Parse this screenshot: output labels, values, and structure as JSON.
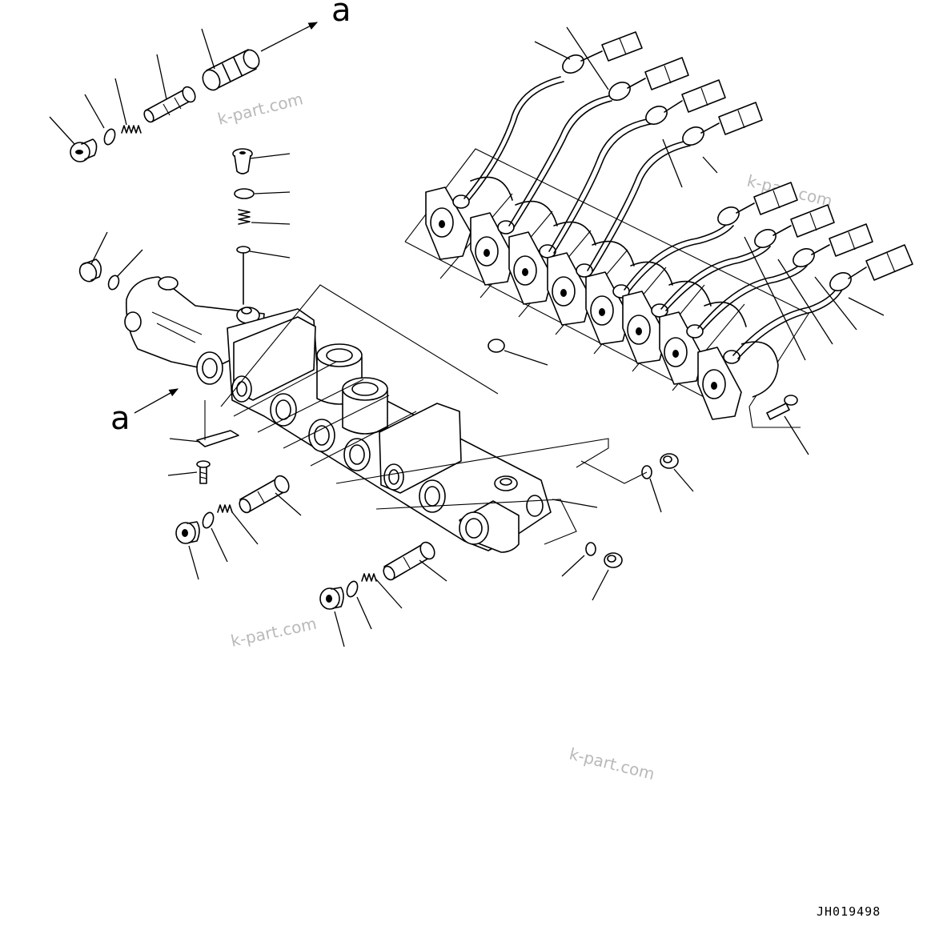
{
  "callouts": {
    "arrow_top": "a",
    "arrow_left": "a"
  },
  "watermarks": [
    "k-part.com",
    "k-part.com",
    "k-part.com",
    "k-part.com"
  ],
  "drawing_code": "JH019498",
  "colors": {
    "ink": "#000000",
    "watermark": "#b9b9b9",
    "background": "#ffffff"
  }
}
